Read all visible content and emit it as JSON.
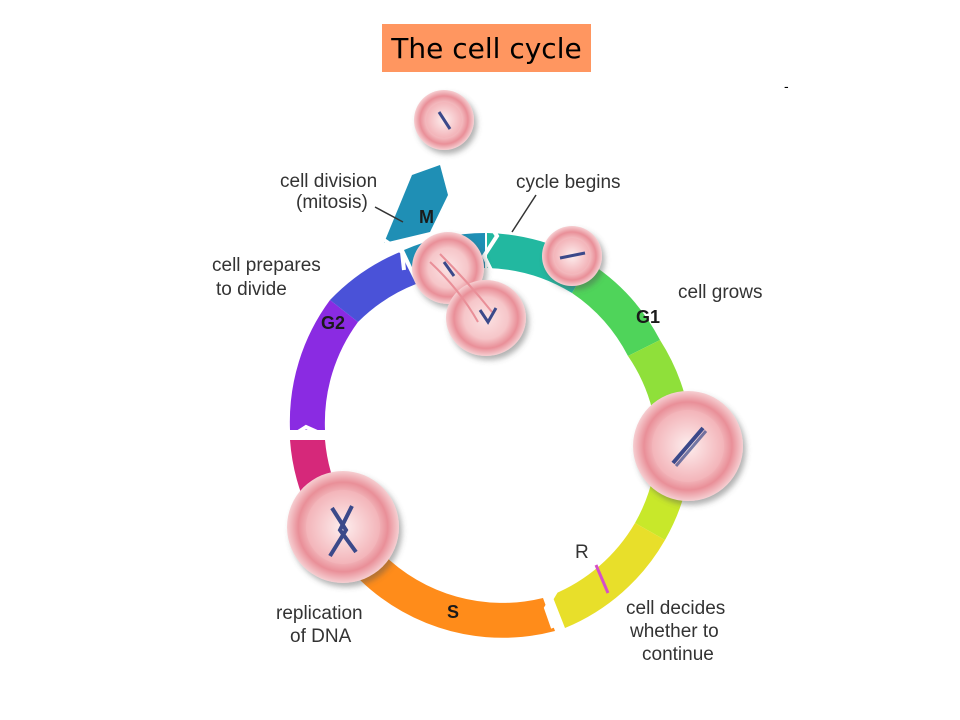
{
  "title": "The cell cycle",
  "corner_mark": "-",
  "phases": {
    "m": "M",
    "g1": "G1",
    "s": "S",
    "g2": "G2"
  },
  "checkpoint": "R",
  "labels": {
    "division_line1": "cell division",
    "division_line2": "(mitosis)",
    "begins": "cycle begins",
    "grows": "cell grows",
    "decides_line1": "cell decides",
    "decides_line2": "whether to",
    "decides_line3": "continue",
    "replication_line1": "replication",
    "replication_line2": "of DNA",
    "prepares_line1": "cell prepares",
    "prepares_line2": "to divide"
  },
  "colors": {
    "title_bg": "#ff9660",
    "g1_start": "#1fae9a",
    "g1_end": "#d6e51a",
    "s": "#ff8a1a",
    "g2": "#8a2be2",
    "m": "#1f8fb5",
    "checkpoint": "#d64fc8",
    "cell": "#f2a0a6"
  }
}
